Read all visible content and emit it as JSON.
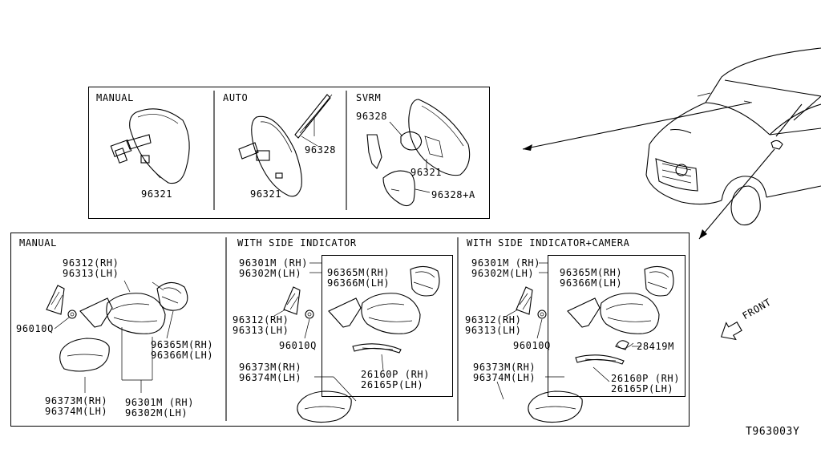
{
  "diagram_id": "T963003Y",
  "front_label": "FRONT",
  "top_panel": {
    "sections": {
      "manual": "MANUAL",
      "auto": "AUTO",
      "svrm": "SVRM"
    },
    "parts": {
      "manual_mirror": "96321",
      "auto_mirror": "96321",
      "auto_harness": "96328",
      "svrm_cover": "96328",
      "svrm_mirror": "96321",
      "svrm_cover_a": "96328+A"
    }
  },
  "bottom_panel": {
    "sections": {
      "manual": "MANUAL",
      "side_indicator": "WITH SIDE INDICATOR",
      "side_indicator_camera": "WITH SIDE INDICATOR+CAMERA"
    },
    "manual": {
      "cover_inner_rh": "96312(RH)",
      "cover_inner_lh": "96313(LH)",
      "clip": "96010Q",
      "glass_rh": "96365M(RH)",
      "glass_lh": "96366M(LH)",
      "cap_rh": "96373M(RH)",
      "cap_lh": "96374M(LH)",
      "assy_rh": "96301M (RH)",
      "assy_lh": "96302M(LH)"
    },
    "side_indicator": {
      "assy_rh": "96301M (RH)",
      "assy_lh": "96302M(LH)",
      "glass_rh": "96365M(RH)",
      "glass_lh": "96366M(LH)",
      "cover_inner_rh": "96312(RH)",
      "cover_inner_lh": "96313(LH)",
      "clip": "96010Q",
      "lamp_rh": "26160P (RH)",
      "lamp_lh": "26165P(LH)",
      "cap_rh": "96373M(RH)",
      "cap_lh": "96374M(LH)"
    },
    "side_indicator_camera": {
      "assy_rh": "96301M (RH)",
      "assy_lh": "96302M(LH)",
      "glass_rh": "96365M(RH)",
      "glass_lh": "96366M(LH)",
      "cover_inner_rh": "96312(RH)",
      "cover_inner_lh": "96313(LH)",
      "clip": "96010Q",
      "camera": "28419M",
      "lamp_rh": "26160P (RH)",
      "lamp_lh": "26165P(LH)",
      "cap_rh": "96373M(RH)",
      "cap_lh": "96374M(LH)"
    }
  }
}
